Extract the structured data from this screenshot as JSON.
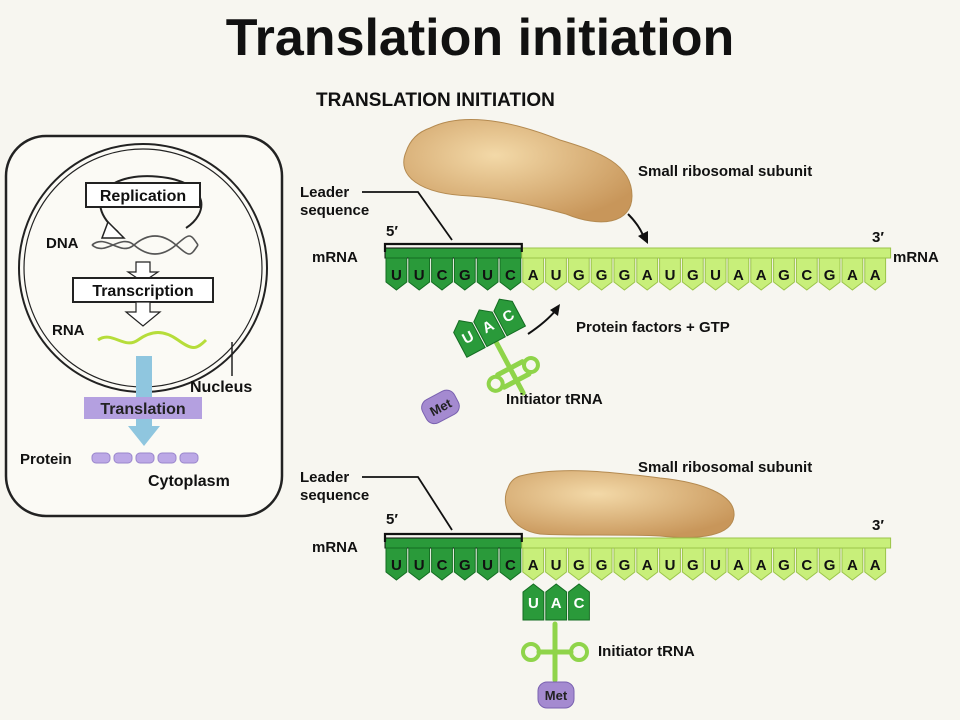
{
  "title": "Translation initiation",
  "subtitle": "TRANSLATION INITIATION",
  "cell": {
    "replication": "Replication",
    "dna": "DNA",
    "transcription": "Transcription",
    "rna": "RNA",
    "nucleus": "Nucleus",
    "translation": "Translation",
    "protein": "Protein",
    "cytoplasm": "Cytoplasm"
  },
  "panel_top": {
    "small_subunit": "Small ribosomal subunit",
    "leader_line1": "Leader",
    "leader_line2": "sequence",
    "five_prime": "5′",
    "three_prime": "3′",
    "mrna_left": "mRNA",
    "mrna_right": "mRNA",
    "protein_factors": "Protein factors + GTP",
    "initiator_trna": "Initiator tRNA",
    "met": "Met"
  },
  "panel_bottom": {
    "small_subunit": "Small ribosomal subunit",
    "leader_line1": "Leader",
    "leader_line2": "sequence",
    "five_prime": "5′",
    "three_prime": "3′",
    "mrna_left": "mRNA",
    "initiator_trna": "Initiator tRNA",
    "met": "Met"
  },
  "mrna_sequence": [
    "U",
    "U",
    "C",
    "G",
    "U",
    "C",
    "A",
    "U",
    "G",
    "G",
    "G",
    "A",
    "U",
    "G",
    "U",
    "A",
    "A",
    "G",
    "C",
    "G",
    "A",
    "A"
  ],
  "leader_length": 6,
  "anticodon": [
    "U",
    "A",
    "C"
  ],
  "colors": {
    "leader": "#2a9a3a",
    "coding": "#c8ef7a",
    "ribosome": "#e2b877",
    "met": "#a48ad0",
    "trna": "#7fc93a"
  }
}
